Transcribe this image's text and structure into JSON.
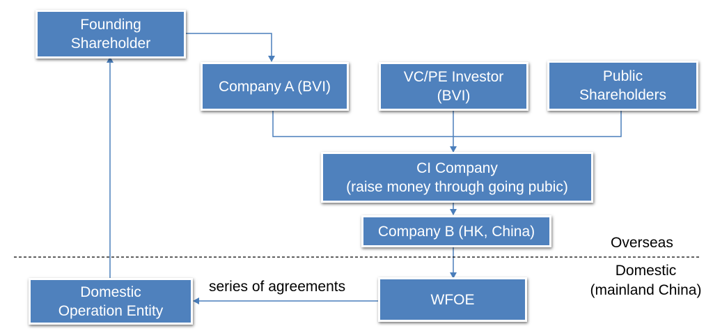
{
  "nodes": {
    "founding_shareholder": {
      "line1": "Founding",
      "line2": "Shareholder"
    },
    "company_a": {
      "line1": "Company A (BVI)"
    },
    "vcpe_investor": {
      "line1": "VC/PE Investor",
      "line2": "(BVI)"
    },
    "public_shareholders": {
      "line1": "Public",
      "line2": "Shareholders"
    },
    "ci_company": {
      "line1": "CI Company",
      "line2": "(raise money through going pubic)"
    },
    "company_b": {
      "line1": "Company B (HK, China)"
    },
    "wfoe": {
      "line1": "WFOE"
    },
    "domestic_operation_entity": {
      "line1": "Domestic",
      "line2": "Operation Entity"
    }
  },
  "labels": {
    "series_of_agreements": "series of agreements",
    "overseas": "Overseas",
    "domestic_line1": "Domestic",
    "domestic_line2": "(mainland China)"
  },
  "colors": {
    "box_fill": "#4f81bd",
    "box_text": "#ffffff",
    "connector": "#4a7ebb",
    "divider": "#000000"
  }
}
